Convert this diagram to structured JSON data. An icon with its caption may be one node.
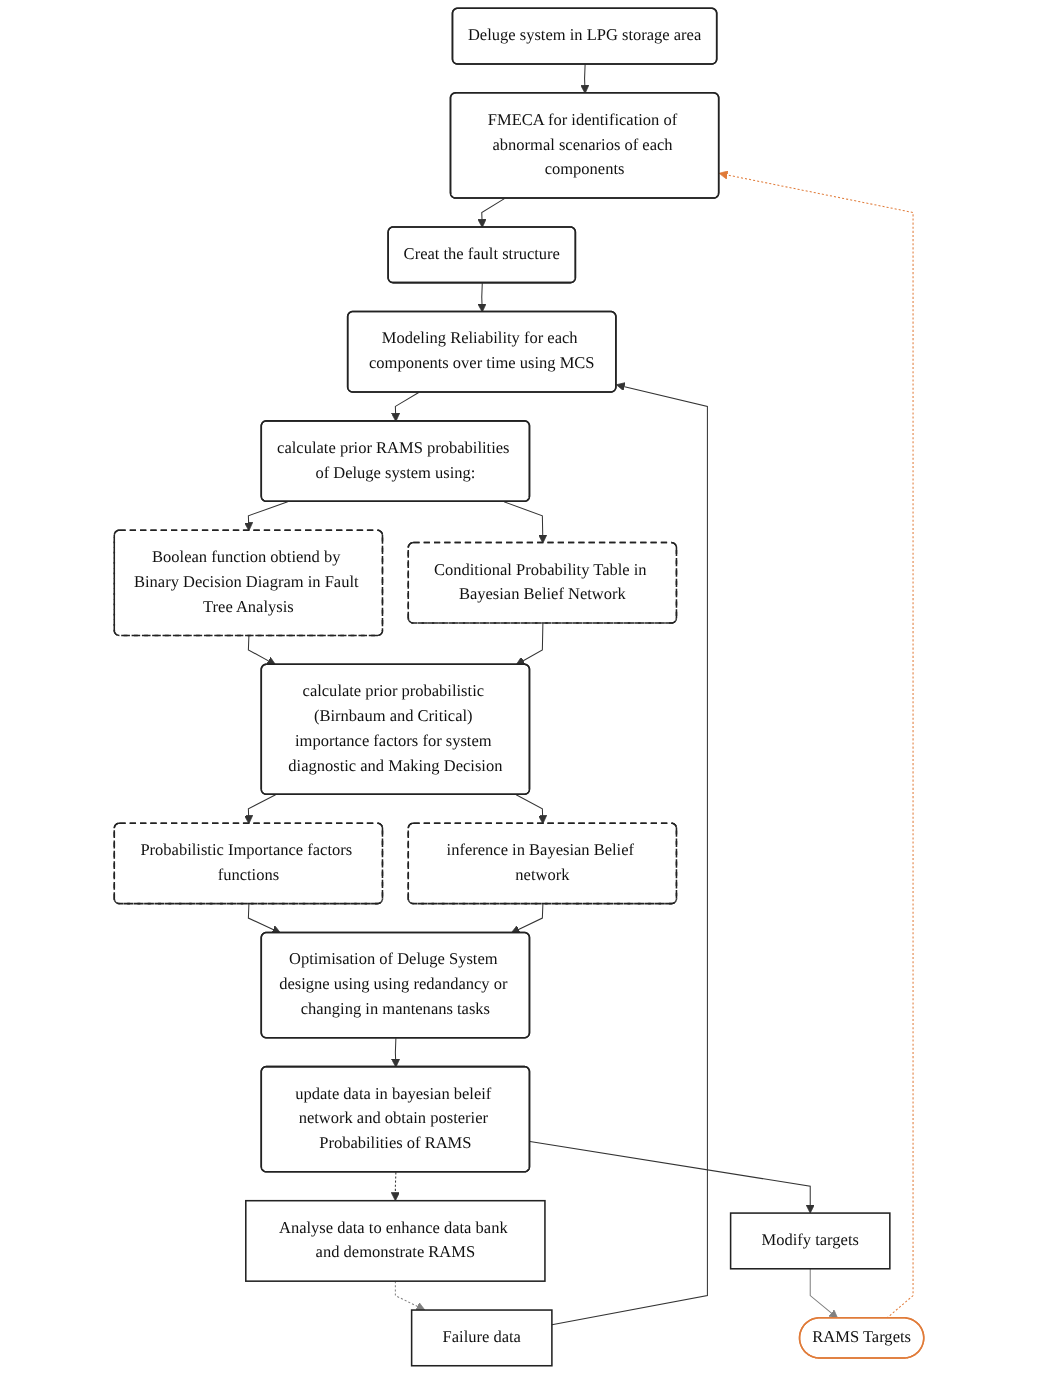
{
  "diagram": {
    "nodes": [
      {
        "text": [
          "Deluge system in LPG storage area"
        ]
      },
      {
        "text": [
          "RAMS Targets"
        ]
      },
      {
        "text": [
          "FMECA for identification of abnormal scenarios of each components"
        ]
      },
      {
        "text": [
          "Failure data"
        ]
      },
      {
        "text": [
          "Creat the fault structure"
        ]
      },
      {
        "text": [
          "Modeling Reliability for each components over time using MCS"
        ]
      },
      {
        "text": [
          "calculate prior RAMS probabilities of Deluge system using:"
        ]
      },
      {
        "text": [
          "Boolean function obtiend by Binary Decision Diagram in Fault Tree Analysis"
        ]
      },
      {
        "text": [
          "Conditional Probability Table in Bayesian Belief Network"
        ]
      },
      {
        "text": [
          "calculate prior probabilistic (Birnbaum and Critical) importance factors for system diagnostic and Making Decision"
        ]
      },
      {
        "text": [
          "Probabilistic Importance factors functions"
        ]
      },
      {
        "text": [
          "inference in Bayesian Belief network"
        ]
      },
      {
        "text": [
          "Optimisation of Deluge System designe using using redandancy or changing in mantenans tasks"
        ]
      },
      {
        "text": [
          "Analyse data to enhance data bank and demonstrate RAMS"
        ]
      },
      {
        "text": [
          "update data in bayesian beleif network and obtain posterier Probabilities of RAMS"
        ]
      },
      {
        "text": [
          "Modify targets"
        ]
      }
    ],
    "edges": [
      {
        "from": 0,
        "to": 2,
        "arrow": "to"
      },
      {
        "from": 1,
        "to": 2,
        "arrow": "to",
        "style": "dashed",
        "color": "#e07b39"
      },
      {
        "from": 2,
        "to": 4,
        "arrow": "to"
      },
      {
        "from": 4,
        "to": 5,
        "arrow": "to"
      },
      {
        "from": 3,
        "to": 5,
        "arrow": "to"
      },
      {
        "from": 5,
        "to": 6,
        "arrow": "to"
      },
      {
        "from": 6,
        "to": 7,
        "arrow": "to"
      },
      {
        "from": 6,
        "to": 8,
        "arrow": "to"
      },
      {
        "from": 7,
        "to": 9,
        "arrow": "to"
      },
      {
        "from": 8,
        "to": 9,
        "arrow": "to"
      },
      {
        "from": 9,
        "to": 10,
        "arrow": "to"
      },
      {
        "from": 9,
        "to": 11,
        "arrow": "to"
      },
      {
        "from": 10,
        "to": 12,
        "arrow": "to"
      },
      {
        "from": 11,
        "to": 12,
        "arrow": "to"
      },
      {
        "from": 12,
        "to": 14,
        "arrow": "to"
      },
      {
        "from": 14,
        "to": 13,
        "arrow": "to",
        "style": "dashed"
      },
      {
        "from": 13,
        "to": 3,
        "arrow": "to",
        "style": "dashed",
        "color": "#808080"
      },
      {
        "from": 14,
        "to": 15,
        "arrow": "to"
      },
      {
        "from": 15,
        "to": 1,
        "arrow": "to",
        "color": "#808080"
      }
    ]
  }
}
